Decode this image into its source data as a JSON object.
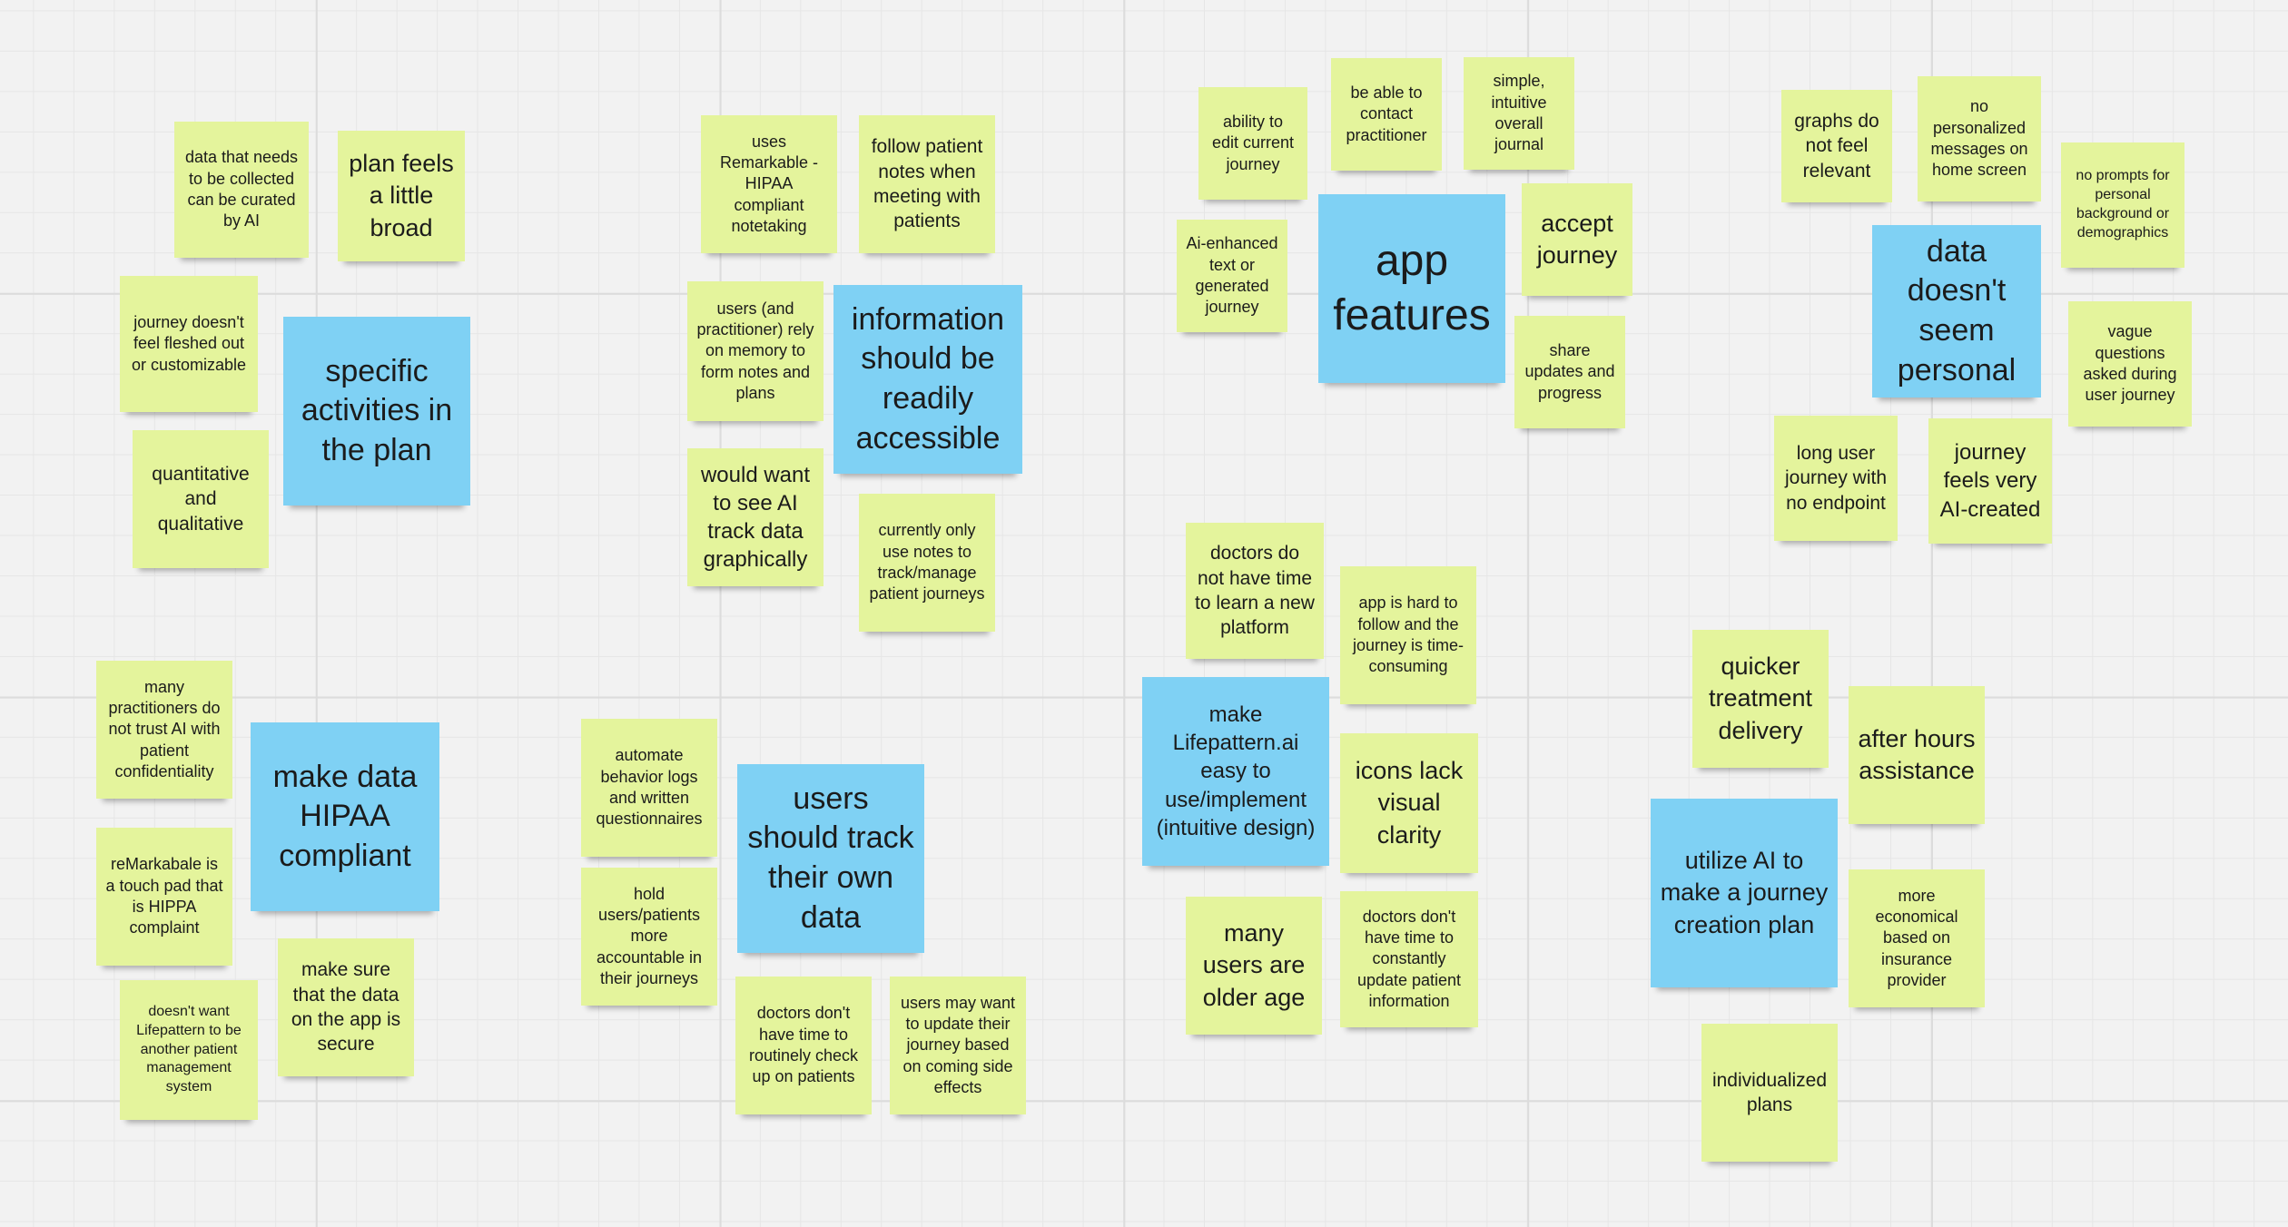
{
  "board": {
    "background_color": "#f2f2f2",
    "sticky_colors": {
      "idea": "#e4f49c",
      "theme": "#7fd1f4"
    }
  },
  "clusters": {
    "specific_activities": {
      "theme": "specific activities in the plan",
      "notes": [
        "data that needs to be collected can be curated by AI",
        "plan feels a little broad",
        "journey doesn't feel fleshed out or customizable",
        "quantitative and qualitative"
      ]
    },
    "information_accessible": {
      "theme": "information should be readily accessible",
      "notes": [
        "uses Remarkable - HIPAA compliant notetaking",
        "follow patient notes when meeting with patients",
        "users (and practitioner) rely on memory to form notes and plans",
        "would want to see AI track data graphically",
        "currently only use notes to track/manage patient journeys"
      ]
    },
    "app_features": {
      "theme": "app features",
      "notes": [
        "ability to edit current journey",
        "be able to contact practitioner",
        "simple, intuitive overall journal",
        "Ai-enhanced text or generated journey",
        "accept journey",
        "share updates and progress"
      ]
    },
    "data_personal": {
      "theme": "data doesn't seem personal",
      "notes": [
        "graphs do not feel relevant",
        "no personalized messages on home screen",
        "no prompts for personal background or demographics",
        "vague questions asked during user journey",
        "long user journey with no endpoint",
        "journey feels very AI-created"
      ]
    },
    "hipaa": {
      "theme": "make data HIPAA compliant",
      "notes": [
        "many practitioners do not trust AI with patient confidentiality",
        "reMarkabale is a touch pad that is HIPPA complaint",
        "doesn't want Lifepattern to be another patient management system",
        "make sure that the data on the app is secure"
      ]
    },
    "track_data": {
      "theme": "users should track their own data",
      "notes": [
        "automate behavior logs and written questionnaires",
        "hold users/patients more accountable in their journeys",
        "doctors don't have time to routinely check up on patients",
        "users may want to update their journey based on coming side effects"
      ]
    },
    "easy_to_use": {
      "theme": "make Lifepattern.ai easy to use/implement (intuitive design)",
      "notes": [
        "doctors do not have time to learn a new platform",
        "app is hard to follow and the journey is time-consuming",
        "icons lack visual clarity",
        "many users are older age",
        "doctors don't have time to constantly update patient information"
      ]
    },
    "utilize_ai": {
      "theme": "utilize AI to make a journey creation plan",
      "notes": [
        "quicker treatment delivery",
        "after hours assistance",
        "more economical based on insurance provider",
        "individualized plans"
      ]
    }
  }
}
